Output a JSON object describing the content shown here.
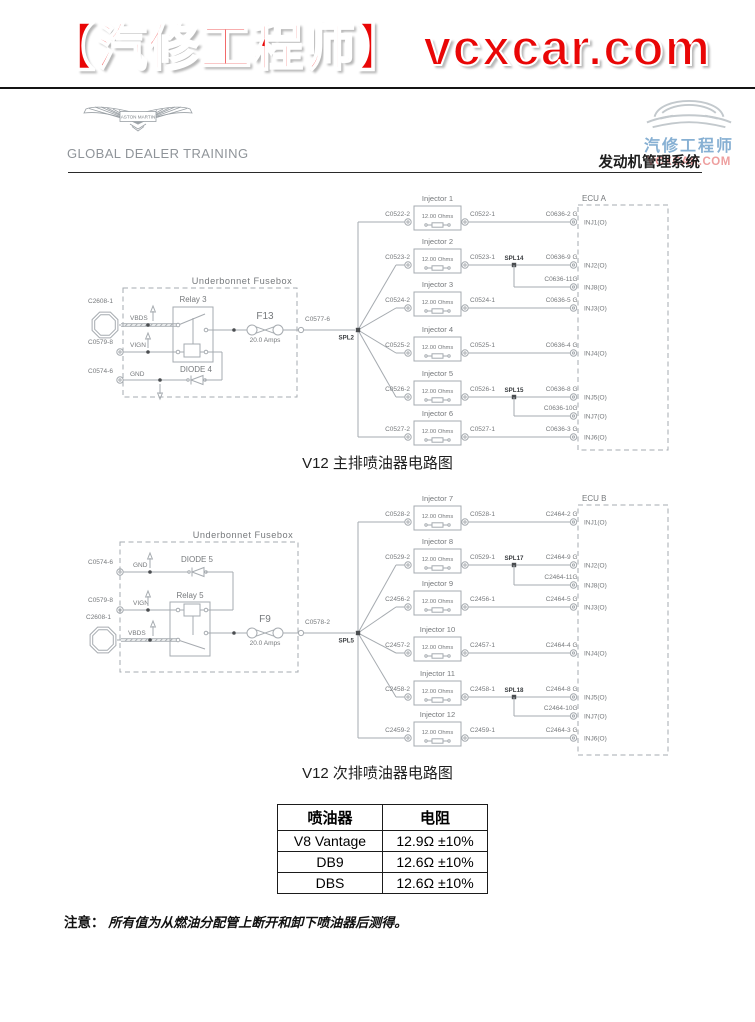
{
  "banner": {
    "text": "【汽修工程师】 vcxcar.com",
    "color": "#e90606"
  },
  "header": {
    "brand_name": "ASTON MARTIN",
    "training": "GLOBAL DEALER TRAINING",
    "doc_title": "发动机管理系统",
    "watermark": {
      "name": "汽修工程师",
      "site": "VCXCAR.COM",
      "name_color": "#7aa7ce",
      "site_color": "#ee9f9f"
    }
  },
  "diagram1": {
    "caption": "V12 主排喷油器电路图",
    "ecu": "ECU A",
    "fusebox": {
      "title": "Underbonnet Fusebox",
      "relay": "Relay 3",
      "diode": "DIODE 4",
      "fuse": "F13",
      "amps": "20.0 Amps",
      "battery_conn": "C2608-1",
      "vbds": "VBDS",
      "vign_conn": "C0579-8",
      "vign": "VIGN",
      "gnd_conn": "C0574-6",
      "gnd": "GND",
      "out": "C0577-6",
      "splice": "SPL2"
    },
    "injectors": [
      {
        "name": "Injector 1",
        "ohms": "12.00 Ohms",
        "left": "C0522-2",
        "right": "C0522-1",
        "ecu_conn": "C0636-2 G",
        "pin": "INJ1(O)"
      },
      {
        "name": "Injector 2",
        "ohms": "12.00 Ohms",
        "left": "C0523-2",
        "right": "C0523-1",
        "splice": "SPL14",
        "ecu_conn": "C0636-9 G",
        "pin": "INJ2(O)",
        "branch_conn": "C0636-11G",
        "branch_pin": "INJ8(O)"
      },
      {
        "name": "Injector 3",
        "ohms": "12.00 Ohms",
        "left": "C0524-2",
        "right": "C0524-1",
        "ecu_conn": "C0636-5 G",
        "pin": "INJ3(O)"
      },
      {
        "name": "Injector 4",
        "ohms": "12.00 Ohms",
        "left": "C0525-2",
        "right": "C0525-1",
        "ecu_conn": "C0636-4 G",
        "pin": "INJ4(O)"
      },
      {
        "name": "Injector 5",
        "ohms": "12.00 Ohms",
        "left": "C0526-2",
        "right": "C0526-1",
        "splice": "SPL15",
        "ecu_conn": "C0636-8 G",
        "pin": "INJ5(O)",
        "branch_conn": "C0636-10G",
        "branch_pin": "INJ7(O)"
      },
      {
        "name": "Injector 6",
        "ohms": "12.00 Ohms",
        "left": "C0527-2",
        "right": "C0527-1",
        "ecu_conn": "C0636-3 G",
        "pin": "INJ6(O)"
      }
    ]
  },
  "diagram2": {
    "caption": "V12 次排喷油器电路图",
    "ecu": "ECU B",
    "fusebox": {
      "title": "Underbonnet Fusebox",
      "relay": "Relay 5",
      "diode": "DIODE 5",
      "fuse": "F9",
      "amps": "20.0 Amps",
      "battery_conn": "C2608-1",
      "vbds": "VBDS",
      "vign_conn": "C0579-8",
      "vign": "VIGN",
      "gnd_conn": "C0574-6",
      "gnd": "GND",
      "out": "C0578-2",
      "splice": "SPL5"
    },
    "injectors": [
      {
        "name": "Injector 7",
        "ohms": "12.00 Ohms",
        "left": "C0528-2",
        "right": "C0528-1",
        "ecu_conn": "C2464-2 G",
        "pin": "INJ1(O)"
      },
      {
        "name": "Injector 8",
        "ohms": "12.00 Ohms",
        "left": "C0529-2",
        "right": "C0529-1",
        "splice": "SPL17",
        "ecu_conn": "C2464-9 G",
        "pin": "INJ2(O)",
        "branch_conn": "C2464-11G",
        "branch_pin": "INJ8(O)"
      },
      {
        "name": "Injector 9",
        "ohms": "12.00 Ohms",
        "left": "C2456-2",
        "right": "C2456-1",
        "ecu_conn": "C2464-5 G",
        "pin": "INJ3(O)"
      },
      {
        "name": "Injector 10",
        "ohms": "12.00 Ohms",
        "left": "C2457-2",
        "right": "C2457-1",
        "ecu_conn": "C2464-4 G",
        "pin": "INJ4(O)"
      },
      {
        "name": "Injector 11",
        "ohms": "12.00 Ohms",
        "left": "C2458-2",
        "right": "C2458-1",
        "splice": "SPL18",
        "ecu_conn": "C2464-8 G",
        "pin": "INJ5(O)",
        "branch_conn": "C2464-10G",
        "branch_pin": "INJ7(O)"
      },
      {
        "name": "Injector 12",
        "ohms": "12.00 Ohms",
        "left": "C2459-2",
        "right": "C2459-1",
        "ecu_conn": "C2464-3 G",
        "pin": "INJ6(O)"
      }
    ]
  },
  "table": {
    "headers": [
      "喷油器",
      "电阻"
    ],
    "rows": [
      [
        "V8 Vantage",
        "12.9Ω ±10%"
      ],
      [
        "DB9",
        "12.6Ω ±10%"
      ],
      [
        "DBS",
        "12.6Ω ±10%"
      ]
    ]
  },
  "note": {
    "label": "注意：",
    "text": "所有值为从燃油分配管上断开和卸下喷油器后测得。"
  }
}
